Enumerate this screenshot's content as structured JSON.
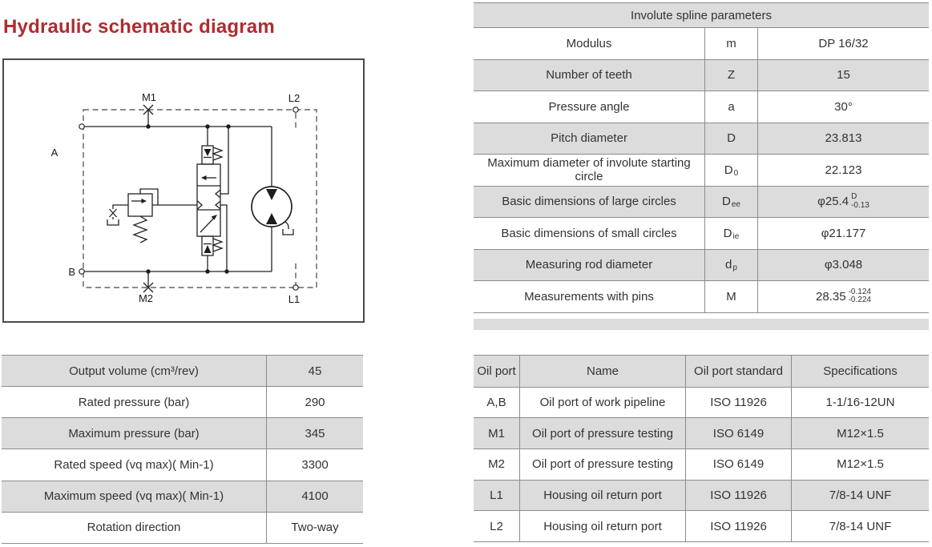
{
  "title": {
    "text": "Hydraulic schematic diagram"
  },
  "colors": {
    "accent_red": "#AE2C30",
    "table_fill": "#DCDCDC",
    "table_line": "#8C8C8C",
    "text": "#333333"
  },
  "schematic": {
    "labels": {
      "a": "A",
      "b": "B",
      "m1": "M1",
      "m2": "M2",
      "l1": "L1",
      "l2": "L2"
    }
  },
  "spec_table": {
    "rows": [
      {
        "label": "Output volume (cm³/rev)",
        "value": "45"
      },
      {
        "label": "Rated pressure (bar)",
        "value": "290"
      },
      {
        "label": "Maximum pressure (bar)",
        "value": "345"
      },
      {
        "label": "Rated speed (vq max)( Min-1)",
        "value": "3300"
      },
      {
        "label": "Maximum speed (vq max)( Min-1)",
        "value": "4100"
      },
      {
        "label": "Rotation direction",
        "value": "Two-way"
      }
    ]
  },
  "spline_table": {
    "title": "Involute spline parameters",
    "rows": [
      {
        "param": "Modulus",
        "symbol": "m",
        "symbol_sub": "",
        "value": "DP 16/32",
        "value_sup": "",
        "value_sub": ""
      },
      {
        "param": "Number of teeth",
        "symbol": "Z",
        "symbol_sub": "",
        "value": "15",
        "value_sup": "",
        "value_sub": ""
      },
      {
        "param": "Pressure angle",
        "symbol": "a",
        "symbol_sub": "",
        "value": "30°",
        "value_sup": "",
        "value_sub": ""
      },
      {
        "param": "Pitch diameter",
        "symbol": "D",
        "symbol_sub": "",
        "value": "23.813",
        "value_sup": "",
        "value_sub": ""
      },
      {
        "param": "Maximum diameter of involute starting circle",
        "symbol": "D",
        "symbol_sub": "0",
        "value": "22.123",
        "value_sup": "",
        "value_sub": ""
      },
      {
        "param": "Basic dimensions of large circles",
        "symbol": "D",
        "symbol_sub": "ee",
        "value": "φ25.4",
        "value_sup": "D",
        "value_sub": "-0.13"
      },
      {
        "param": "Basic dimensions of small circles",
        "symbol": "D",
        "symbol_sub": "ie",
        "value": "φ21.177",
        "value_sup": "",
        "value_sub": ""
      },
      {
        "param": "Measuring rod diameter",
        "symbol": "d",
        "symbol_sub": "p",
        "value": "φ3.048",
        "value_sup": "",
        "value_sub": ""
      },
      {
        "param": "Measurements with pins",
        "symbol": "M",
        "symbol_sub": "",
        "value": "28.35",
        "value_sup": "-0.124",
        "value_sub": "-0.224"
      }
    ]
  },
  "oil_port_table": {
    "headers": [
      "Oil port",
      "Name",
      "Oil port standard",
      "Specifications"
    ],
    "rows": [
      [
        "A,B",
        "Oil port of work pipeline",
        "ISO 11926",
        "1-1/16-12UN"
      ],
      [
        "M1",
        "Oil port of pressure testing",
        "ISO 6149",
        "M12×1.5"
      ],
      [
        "M2",
        "Oil port of pressure testing",
        "ISO 6149",
        "M12×1.5"
      ],
      [
        "L1",
        "Housing oil return port",
        "ISO 11926",
        "7/8-14 UNF"
      ],
      [
        "L2",
        "Housing oil return port",
        "ISO 11926",
        "7/8-14 UNF"
      ]
    ]
  }
}
